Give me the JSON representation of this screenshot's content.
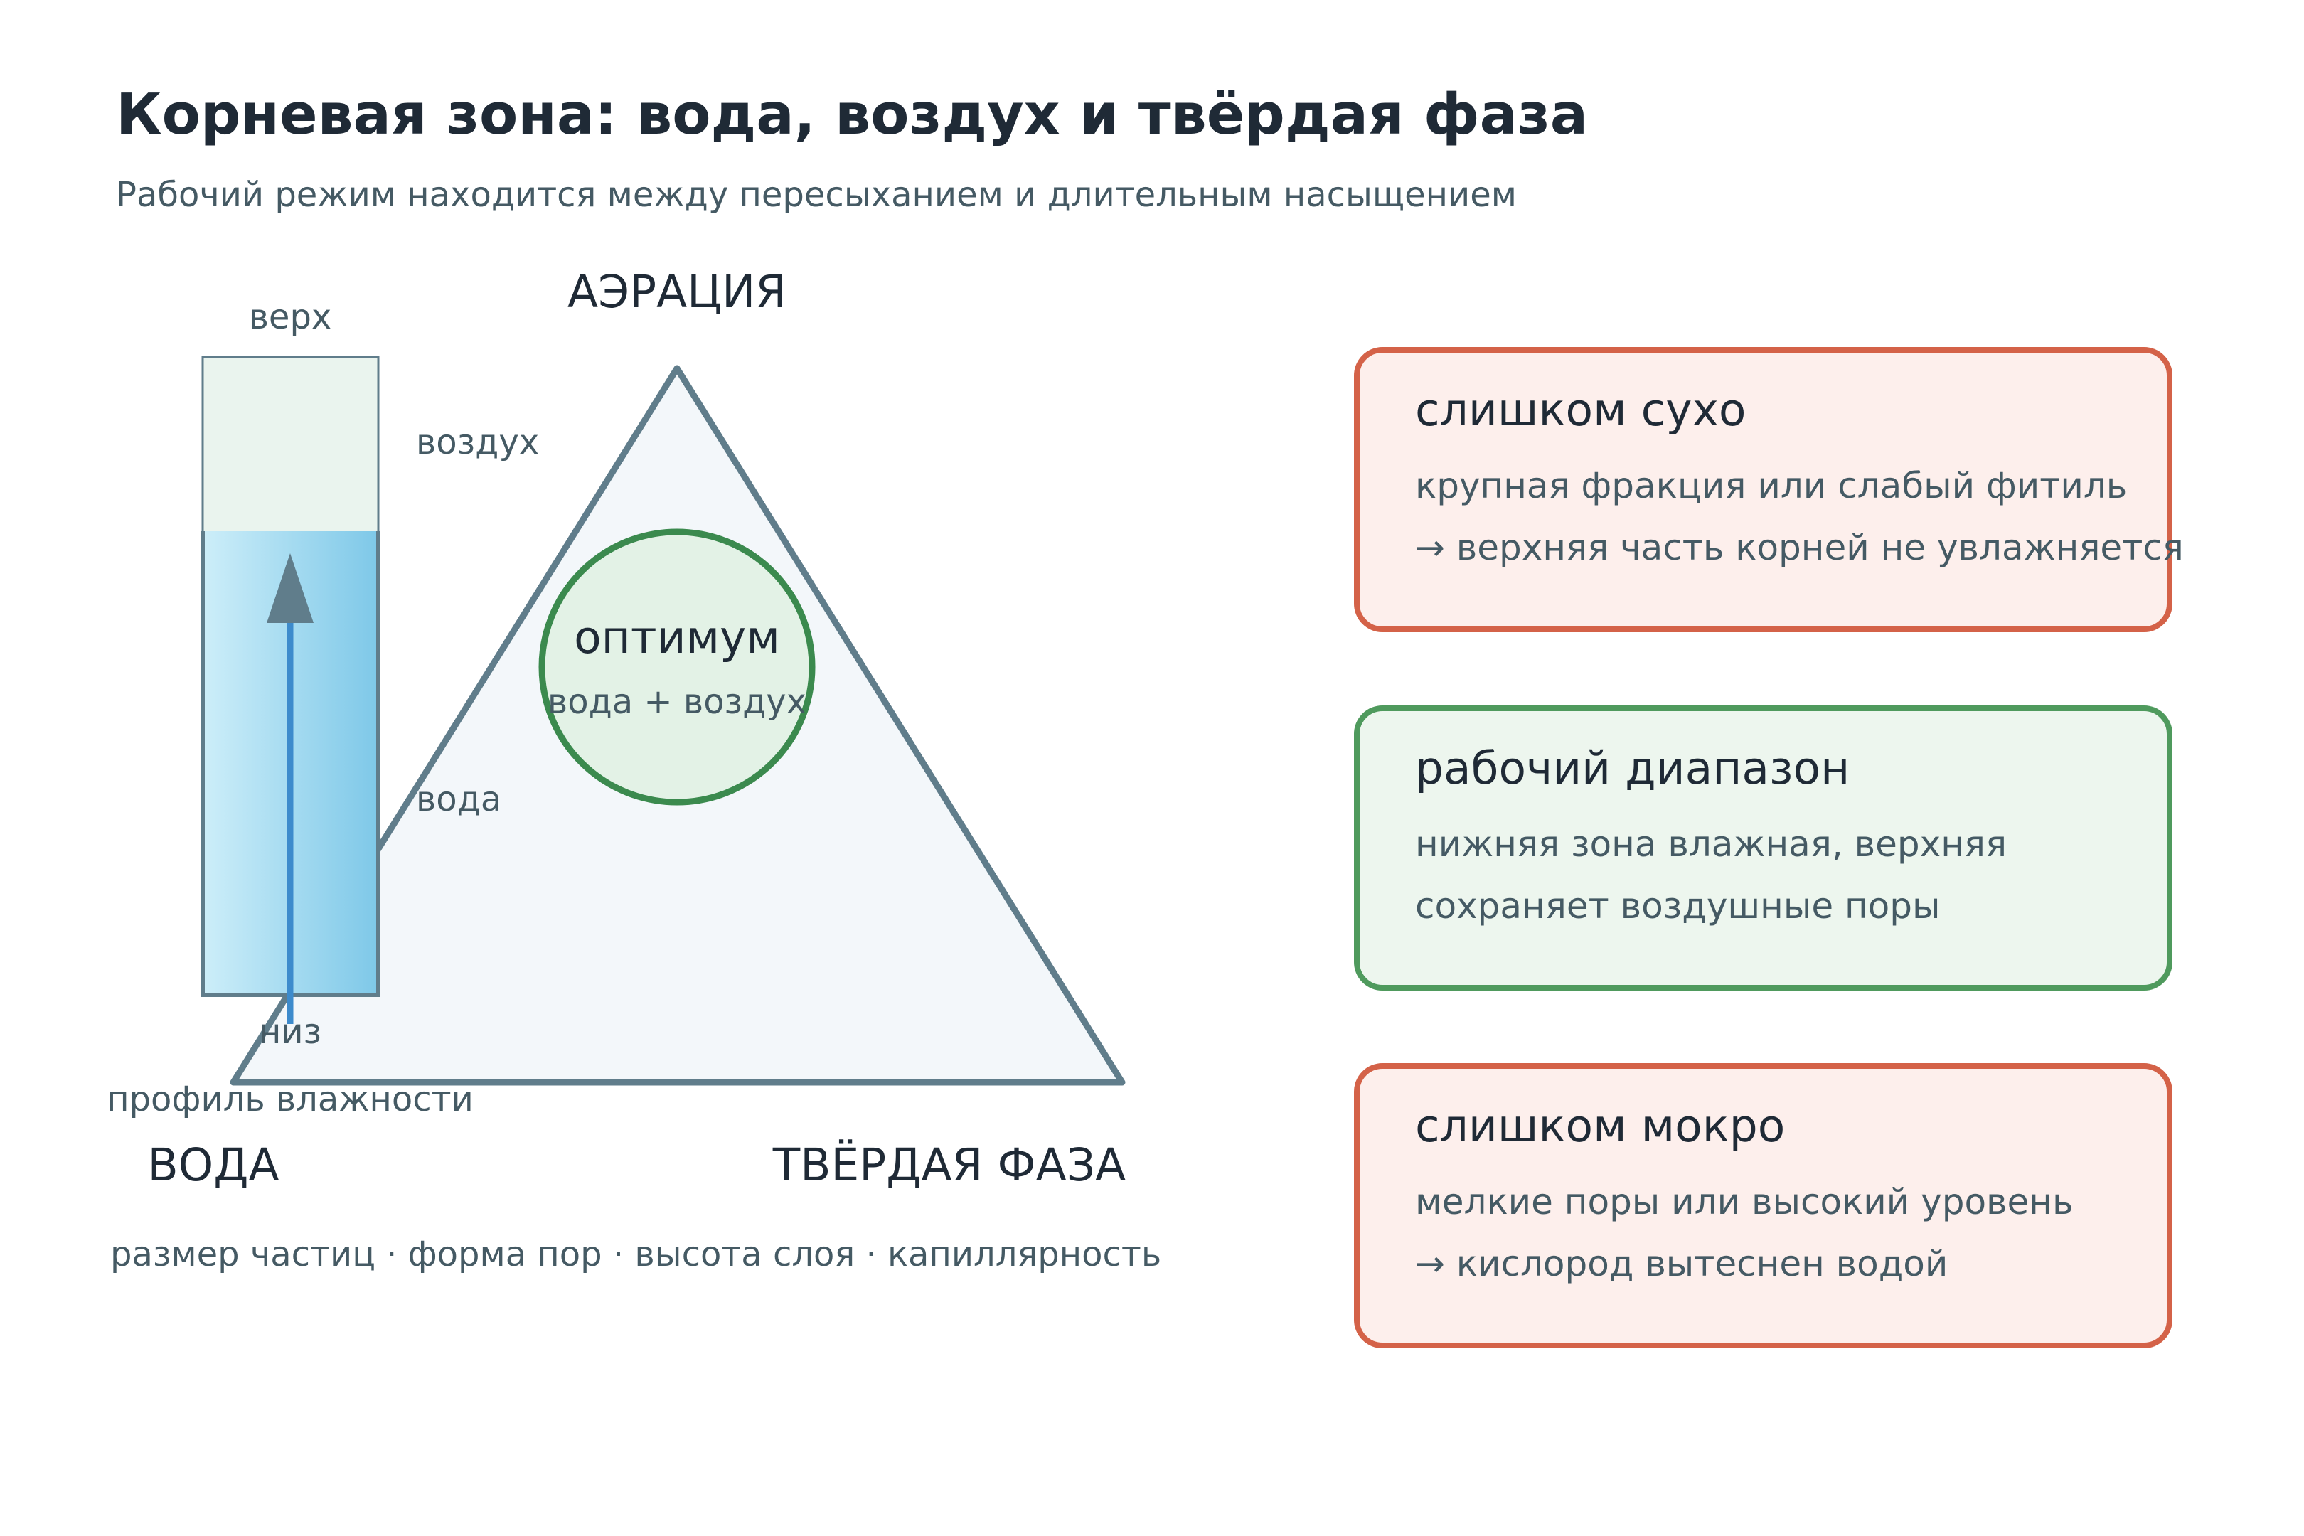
{
  "header": {
    "title": "Корневая зона: вода, воздух и твёрдая фаза",
    "subtitle": "Рабочий режим находится между пересыханием и длительным насыщением"
  },
  "triangle": {
    "top_label": "АЭРАЦИЯ",
    "left_label": "ВОДА",
    "right_label": "ТВЁРДАЯ ФАЗА",
    "optimum_title": "оптимум",
    "optimum_subtitle": "вода + воздух",
    "factors": "размер частиц · форма пор · высота слоя · капиллярность"
  },
  "profile": {
    "top": "верх",
    "bottom": "низ",
    "air": "воздух",
    "water": "вода",
    "caption": "профиль влажности",
    "air_fraction": 0.27
  },
  "cards": [
    {
      "title": "слишком сухо",
      "lines": [
        "крупная фракция или слабый фитиль",
        "→ верхняя часть корней не увлажняется"
      ],
      "kind": "bad"
    },
    {
      "title": "рабочий диапазон",
      "lines": [
        "нижняя зона влажная, верхняя",
        "сохраняет воздушные поры"
      ],
      "kind": "good"
    },
    {
      "title": "слишком мокро",
      "lines": [
        "мелкие поры или высокий уровень",
        "→ кислород вытеснен водой"
      ],
      "kind": "bad"
    }
  ],
  "colors": {
    "triangle_stroke": "#607d8b",
    "triangle_fill": "#f3f7fa",
    "optimum_stroke": "#3b8a4e",
    "optimum_fill": "#e3f2e6",
    "bad_stroke": "#d46248",
    "bad_fill": "#fdefec",
    "good_stroke": "#4f9a5d",
    "good_fill": "#edf6ee",
    "water_light": "#cdeef9",
    "water_dark": "#7ec8e8",
    "air_fill": "#eaf4ee",
    "arrow": "#3d8bcc"
  }
}
